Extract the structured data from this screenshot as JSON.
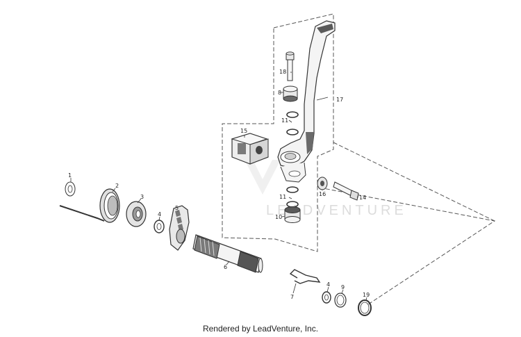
{
  "watermark": "LEADVENTURE",
  "footer": {
    "credit": "Rendered by LeadVenture, Inc."
  },
  "callouts": [
    "1",
    "2",
    "3",
    "4",
    "5",
    "6",
    "7",
    "4",
    "9",
    "19",
    "8",
    "10",
    "11",
    "11",
    "14",
    "15",
    "16",
    "17",
    "18"
  ],
  "colors": {
    "line": "#333333",
    "part_fill": "#efefef",
    "part_dark": "#5a5a5a",
    "dash": "#555555"
  }
}
